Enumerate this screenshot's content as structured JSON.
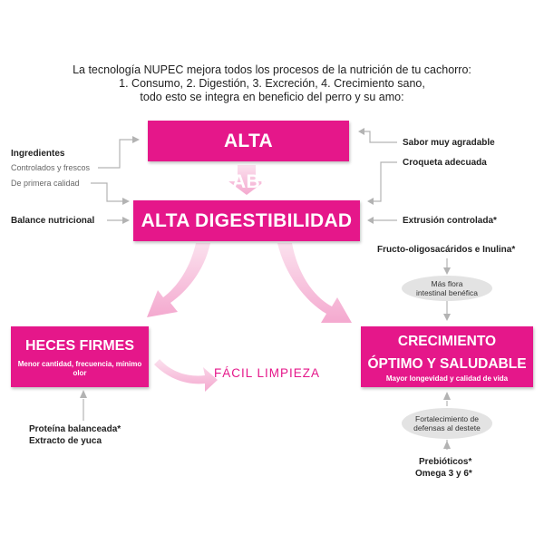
{
  "intro": {
    "line1": "La tecnología NUPEC mejora todos los procesos de la nutrición de tu cachorro:",
    "line2": "1. Consumo, 2. Digestión, 3. Excreción, 4. Crecimiento sano,",
    "line3": "todo esto se integra en beneficio del perro y su amo:"
  },
  "boxes": {
    "palatability": "ALTA PALATABILIDAD",
    "digestibility": "ALTA DIGESTIBILIDAD",
    "stools": {
      "title": "HECES FIRMES",
      "subtitle": "Menor cantidad, frecuencia, mínimo olor"
    },
    "growth": {
      "title_line1": "CRECIMIENTO",
      "title_line2": "ÓPTIMO Y SALUDABLE",
      "subtitle": "Mayor longevidad y calidad de vida"
    }
  },
  "easy_cleaning": "FÁCIL LIMPIEZA",
  "left_inputs": {
    "ingredients": "Ingredientes",
    "controlled": "Controlados y frescos",
    "first_quality": "De primera calidad",
    "balance": "Balance nutricional"
  },
  "right_inputs": {
    "flavor": "Sabor muy agradable",
    "kibble": "Croqueta adecuada",
    "extrusion": "Extrusión controlada*",
    "fos": "Fructo-oligosacáridos e Inulina*"
  },
  "bubbles": {
    "flora_line1": "Más flora",
    "flora_line2": "intestinal benéfica",
    "defense_line1": "Fortalecimiento de",
    "defense_line2": "defensas al destete"
  },
  "bottom_left": {
    "protein": "Proteína balanceada*",
    "yucca": "Extracto de yuca"
  },
  "bottom_right": {
    "prebiotics": "Prebióticos*",
    "omega": "Omega 3 y 6*"
  },
  "colors": {
    "accent": "#e5178a",
    "arrow_pink": "#f7c4de",
    "connector_gray": "#b3b3b3"
  }
}
